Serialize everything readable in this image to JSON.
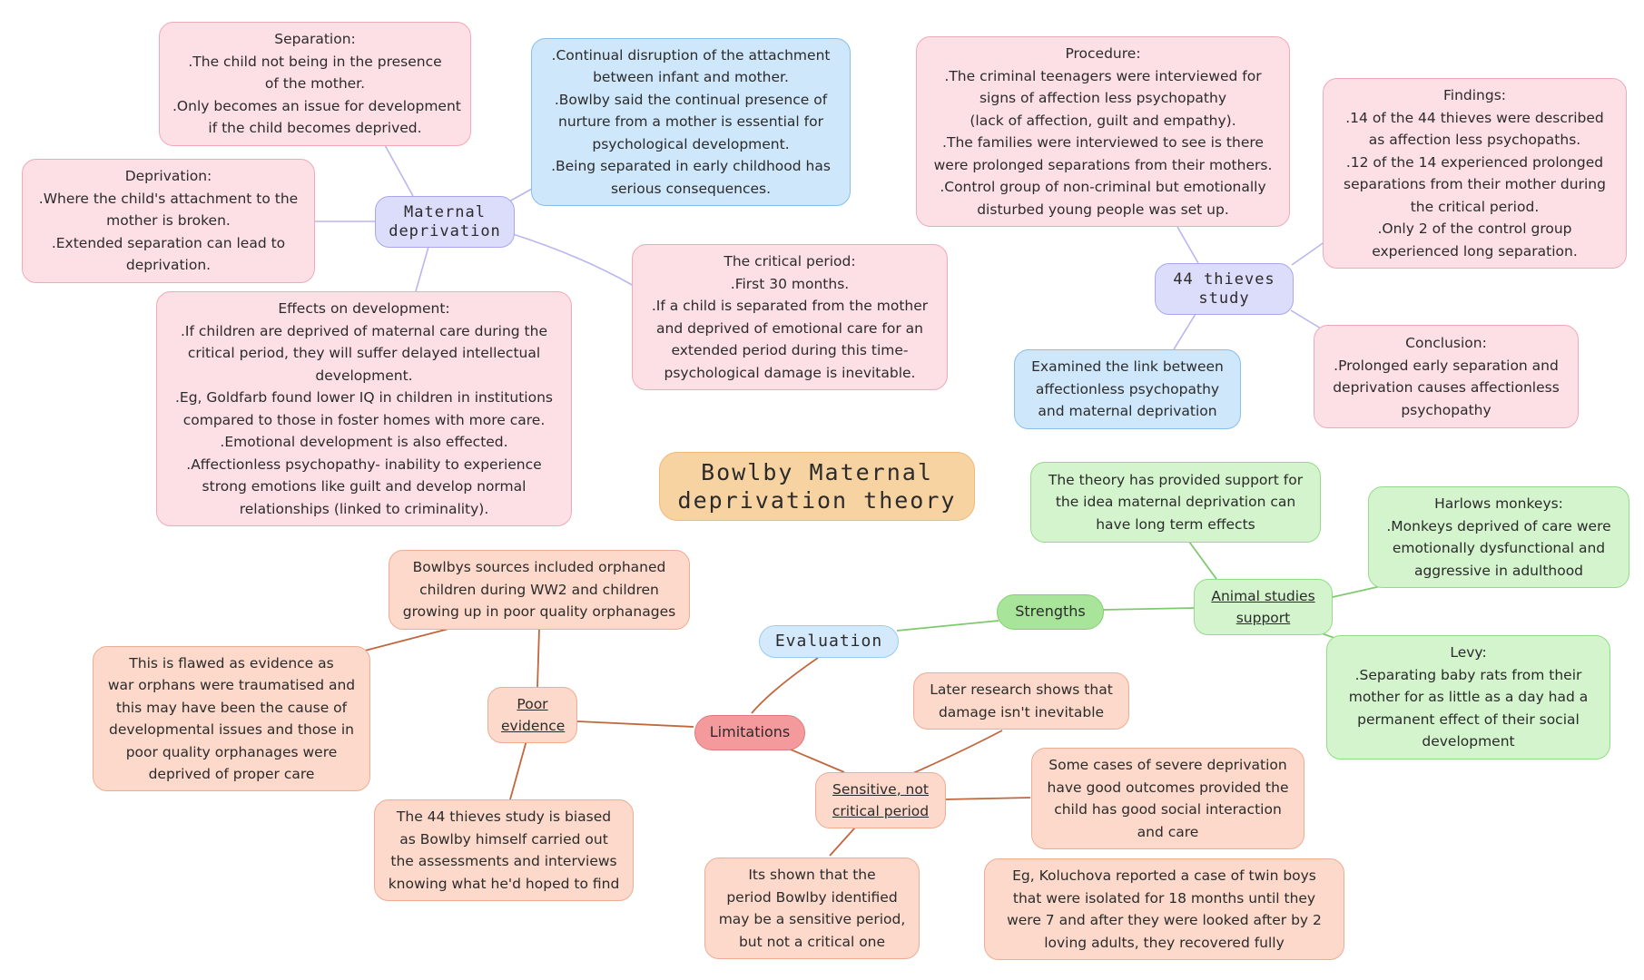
{
  "central": {
    "lines": [
      "Bowlby Maternal",
      "deprivation theory"
    ]
  },
  "maternal_deprivation": {
    "label": [
      "Maternal",
      "deprivation"
    ],
    "separation": [
      "Separation:",
      ".The child not being in the presence",
      "of the mother.",
      ".Only becomes an issue for development",
      "if the child becomes deprived."
    ],
    "deprivation": [
      "Deprivation:",
      ".Where the child's attachment to the",
      "mother is broken.",
      ".Extended separation can lead to",
      "deprivation."
    ],
    "disruption": [
      ".Continual disruption of the attachment",
      "between infant and mother.",
      ".Bowlby said the continual presence of",
      "nurture from a mother is essential for",
      "psychological development.",
      ".Being separated in early childhood has",
      "serious consequences."
    ],
    "critical_period": [
      "The critical period:",
      ".First 30 months.",
      ".If a child is separated from the mother",
      "and deprived of emotional care for an",
      "extended period during this time-",
      "psychological damage is inevitable."
    ],
    "effects": [
      "Effects on development:",
      ".If children are deprived of maternal care during the",
      "critical period, they will suffer delayed intellectual",
      "development.",
      ".Eg, Goldfarb found lower IQ in children in institutions",
      "compared to those in foster homes with more care.",
      ".Emotional development is also effected.",
      ".Affectionless psychopathy- inability to experience",
      "strong emotions like guilt and develop normal",
      "relationships  (linked to criminality)."
    ]
  },
  "thieves": {
    "label": [
      "44 thieves",
      "study"
    ],
    "procedure": [
      "Procedure:",
      ".The criminal teenagers were interviewed for",
      "signs of affection less psychopathy",
      "(lack of affection, guilt and empathy).",
      ".The families were interviewed to see is there",
      "were prolonged separations from their mothers.",
      ".Control group of non-criminal but emotionally",
      "disturbed young people was set up."
    ],
    "findings": [
      "Findings:",
      ".14 of the 44 thieves were described",
      "as affection less psychopaths.",
      ".12 of the 14 experienced prolonged",
      "separations from their mother during",
      "the critical period.",
      ".Only 2 of the control group",
      "experienced long separation."
    ],
    "aim": [
      "Examined the link between",
      "affectionless psychopathy",
      "and maternal deprivation"
    ],
    "conclusion": [
      "Conclusion:",
      ".Prolonged early separation and",
      "deprivation causes affectionless",
      "psychopathy"
    ]
  },
  "evaluation": {
    "label": "Evaluation",
    "strengths": {
      "label": "Strengths",
      "support": [
        "The theory has provided support for",
        "the idea maternal deprivation can",
        "have long term effects"
      ],
      "animal": [
        "Animal studies",
        "support"
      ],
      "harlow": [
        "Harlows monkeys:",
        ".Monkeys deprived of care were",
        "emotionally dysfunctional and",
        "aggressive in adulthood"
      ],
      "levy": [
        "Levy:",
        ".Separating baby rats from their",
        "mother for as little as a day had a",
        "permanent effect of their social",
        "development"
      ]
    },
    "limitations": {
      "label": "Limitations",
      "poor_evidence": [
        "Poor",
        "evidence"
      ],
      "sources": [
        "Bowlbys sources included orphaned",
        "children during WW2 and children",
        "growing up in poor quality orphanages"
      ],
      "flawed": [
        "This is flawed as evidence as",
        "war orphans were traumatised and",
        "this may have been the cause of",
        "developmental issues and those in",
        "poor quality orphanages were",
        "deprived of proper care"
      ],
      "biased": [
        "The 44 thieves study is biased",
        "as Bowlby himself carried out",
        "the assessments and interviews",
        "knowing what he'd hoped to find"
      ],
      "sensitive": [
        "Sensitive, not",
        "critical period"
      ],
      "later": [
        "Later research shows that",
        "damage isn't inevitable"
      ],
      "severe": [
        "Some cases of severe deprivation",
        "have good outcomes provided the",
        "child has good social interaction",
        "and care"
      ],
      "shown": [
        "Its shown that the",
        "period Bowlby identified",
        "may be a sensitive period,",
        "but not a critical one"
      ],
      "koluchova": [
        "Eg, Koluchova reported a case of twin boys",
        "that were isolated for 18 months until they",
        "were 7 and after they were looked after by 2",
        "loving adults, they recovered fully"
      ]
    }
  },
  "colors": {
    "pink": "#fde0e6",
    "blue": "#cfe7fb",
    "green": "#d3f4cd",
    "peach": "#fcd9ca",
    "lavender": "#dcdcfb",
    "central": "#f8d3a2",
    "limitations": "#f59a9c",
    "strengths": "#a8e59a"
  }
}
